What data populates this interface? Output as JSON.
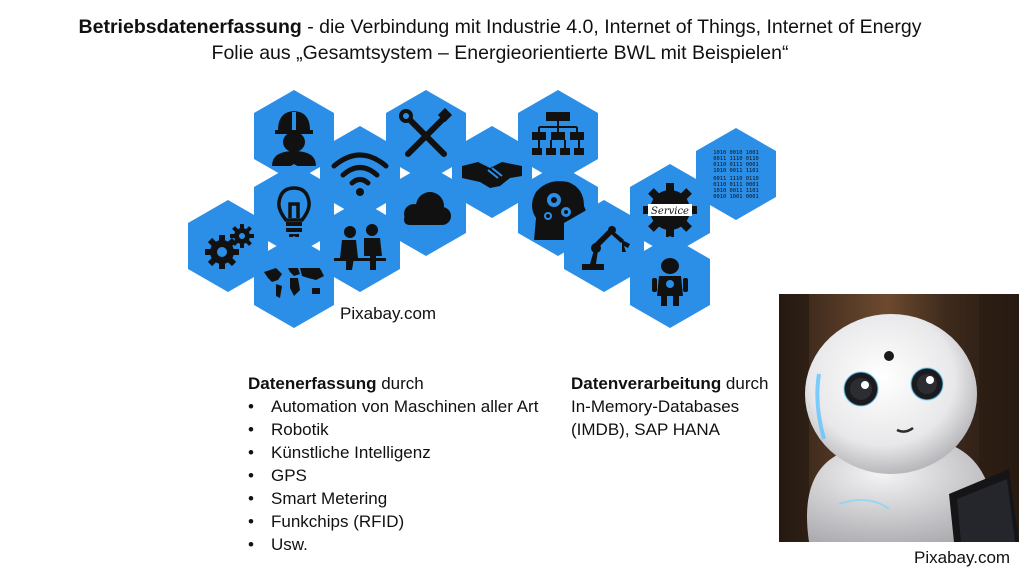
{
  "title": {
    "bold": "Betriebsdatenerfassung",
    "rest": " - die Verbindung mit Industrie 4.0, Internet of Things, Internet of Energy",
    "line2": "Folie aus „Gesamtsystem – Energieorientierte BWL mit Beispielen“"
  },
  "hexagons": {
    "color": "#2b8fe8",
    "icons": [
      "gears-icon",
      "worker-icon",
      "lightbulb-icon",
      "world-map-icon",
      "wifi-icon",
      "people-meeting-icon",
      "tools-icon",
      "cloud-icon",
      "handshake-icon",
      "org-chart-icon",
      "brain-gears-icon",
      "robot-arm-icon",
      "service-gear-icon",
      "robot-icon",
      "binary-code-icon"
    ]
  },
  "binary_text": [
    "1010 0010 1001",
    "0011 1110 0110",
    "0110 0111 0001",
    "1010 0011 1101",
    "0011 1110 0110",
    "0110 0111 0001",
    "1010 0011 1101",
    "0010 1001 0001"
  ],
  "service_text": "Service",
  "credit_center": "Pixabay.com",
  "credit_bottom": "Pixabay.com",
  "left_block": {
    "head_bold": "Datenerfassung",
    "head_rest": " durch",
    "items": [
      "Automation von Maschinen aller Art",
      "Robotik",
      "Künstliche Intelligenz",
      "GPS",
      "Smart Metering",
      "Funkchips (RFID)",
      "Usw."
    ]
  },
  "right_block": {
    "head_bold": "Datenverarbeitung",
    "head_rest": " durch",
    "line1": "In-Memory-Databases",
    "line2": "(IMDB), SAP HANA"
  }
}
